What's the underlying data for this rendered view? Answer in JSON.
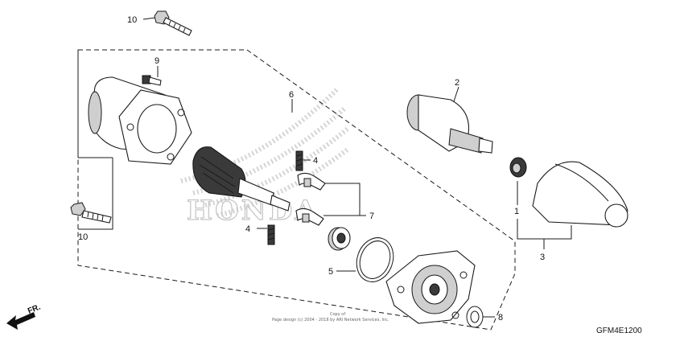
{
  "diagram": {
    "callouts": {
      "c1": "1",
      "c2": "2",
      "c3": "3",
      "c4a": "4",
      "c4b": "4",
      "c5": "5",
      "c6": "6",
      "c7": "7",
      "c8": "8",
      "c9": "9",
      "c10a": "10",
      "c10b": "10"
    },
    "watermark": "HONDA",
    "direction_label": "FR.",
    "figure_code": "GFM4E1200",
    "copyright_line1": "Copy of",
    "copyright_line2": "Page design (c) 2004 - 2018 by ARI Network Services, Inc."
  },
  "colors": {
    "line": "#1a1a1a",
    "shade": "#cfcfcf",
    "watermark": "#c8c8c8"
  }
}
